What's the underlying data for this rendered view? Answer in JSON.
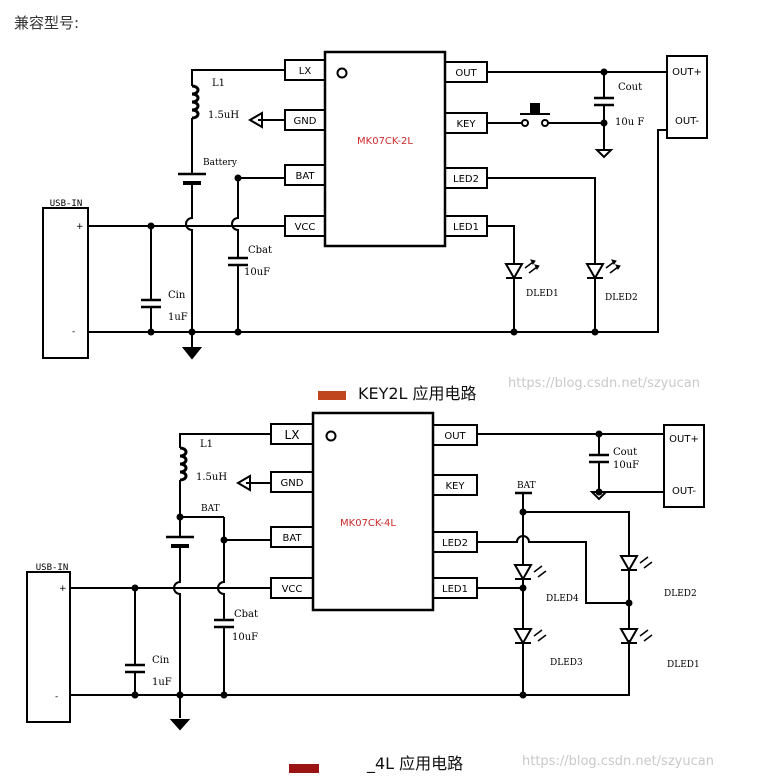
{
  "heading": "兼容型号:",
  "colors": {
    "line": "#000000",
    "chip_label": "#cc2b2b",
    "caption_bar_1": "#c0461e",
    "caption_bar_2": "#9a1414",
    "watermark": "#c9c9c9"
  },
  "watermark": "https://blog.csdn.net/szyucan",
  "circuit1": {
    "caption": "KEY2L 应用电路",
    "chip_label": "MK07CK-2L",
    "left_pins": [
      "LX",
      "GND",
      "BAT",
      "VCC"
    ],
    "right_pins": [
      "OUT",
      "KEY",
      "LED2",
      "LED1"
    ],
    "usb_label": "USB-IN",
    "plus": "+",
    "minus": "-",
    "inductor_name": "L1",
    "inductor_value": "1.5uH",
    "battery_label": "Battery",
    "cin_name": "Cin",
    "cin_value": "1uF",
    "cbat_name": "Cbat",
    "cbat_value": "10uF",
    "cout_name": "Cout",
    "cout_value": "10u F",
    "out_plus": "OUT+",
    "out_minus": "OUT-",
    "led1": "DLED1",
    "led2": "DLED2"
  },
  "circuit2": {
    "caption": "_4L 应用电路",
    "chip_label": "MK07CK-4L",
    "left_pins": [
      "LX",
      "GND",
      "BAT",
      "VCC"
    ],
    "right_pins": [
      "OUT",
      "KEY",
      "LED2",
      "LED1"
    ],
    "usb_label": "USB-IN",
    "plus": "+",
    "minus": "-",
    "inductor_name": "L1",
    "inductor_value": "1.5uH",
    "bat_label": "BAT",
    "bat_label_right": "BAT",
    "cin_name": "Cin",
    "cin_value": "1uF",
    "cbat_name": "Cbat",
    "cbat_value": "10uF",
    "cout_name": "Cout",
    "cout_value": "10uF",
    "out_plus": "OUT+",
    "out_minus": "OUT-",
    "led1": "DLED1",
    "led2": "DLED2",
    "led3": "DLED3",
    "led4": "DLED4"
  }
}
